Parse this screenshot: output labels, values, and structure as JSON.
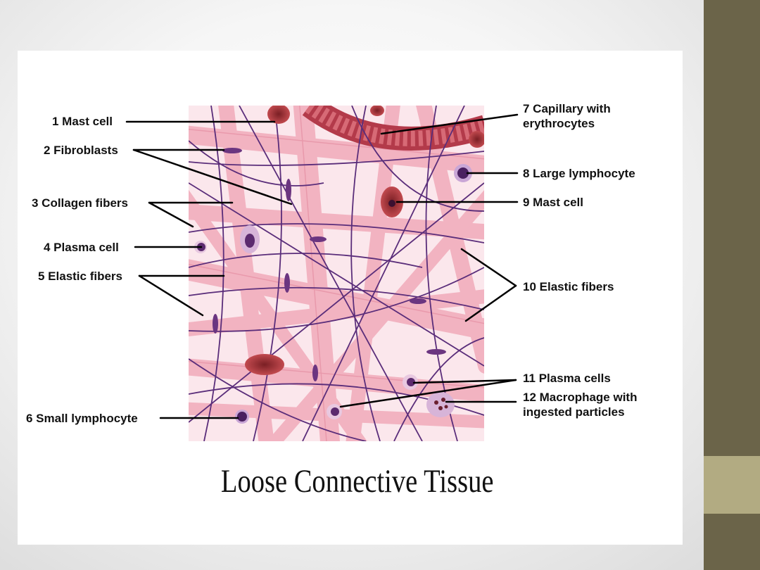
{
  "slide": {
    "caption": "Loose Connective Tissue"
  },
  "labels": {
    "l1": "1 Mast cell",
    "l2": "2 Fibroblasts",
    "l3": "3 Collagen fibers",
    "l4": "4 Plasma cell",
    "l5": "5 Elastic fibers",
    "l6": "6 Small lymphocyte",
    "l7a": "7 Capillary with",
    "l7b": "erythrocytes",
    "l8": "8 Large lymphocyte",
    "l9": "9 Mast cell",
    "l10": "10 Elastic fibers",
    "l11": "11 Plasma cells",
    "l12a": "12 Macrophage with",
    "l12b": "ingested particles"
  },
  "colors": {
    "theme_bar": "#6b6449",
    "theme_accent": "#b2ab82",
    "collagen": "#f4b6c2",
    "elastic": "#5a2d7a",
    "nucleus": "#5b2a6e",
    "mast_granules": "#9b2a2a",
    "leader_line": "#000000"
  }
}
